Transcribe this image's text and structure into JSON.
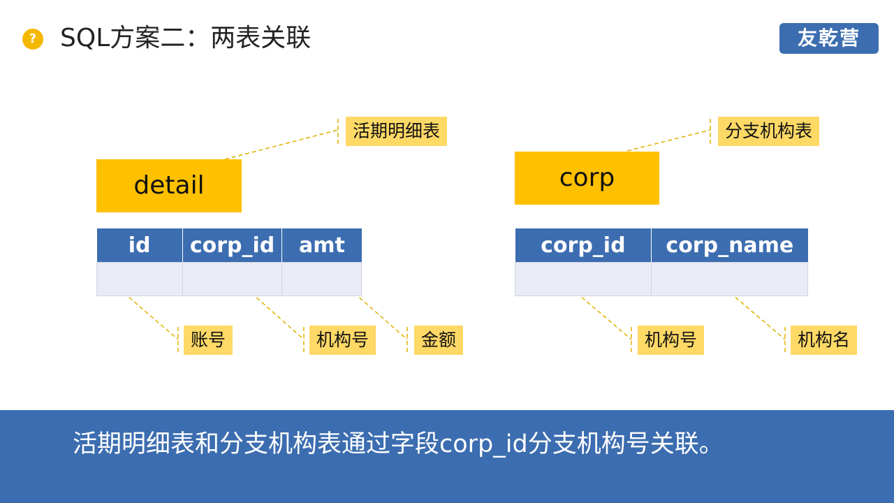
{
  "header": {
    "title": "SQL方案二：两表关联",
    "icon": "question-circle-icon",
    "logo_text": "友乾营"
  },
  "tables": [
    {
      "name": "detail",
      "description": "活期明细表",
      "columns": [
        "id",
        "corp_id",
        "amt"
      ],
      "column_notes": [
        "账号",
        "机构号",
        "金额"
      ]
    },
    {
      "name": "corp",
      "description": "分支机构表",
      "columns": [
        "corp_id",
        "corp_name"
      ],
      "column_notes": [
        "机构号",
        "机构名"
      ]
    }
  ],
  "footer": {
    "text": "活期明细表和分支机构表通过字段corp_id分支机构号关联。"
  },
  "colors": {
    "accent_blue": "#3c6db0",
    "table_name_fill": "#ffc000",
    "callout_fill": "#ffd966",
    "row_fill": "#e9ebf5",
    "connector": "#e0b000"
  }
}
